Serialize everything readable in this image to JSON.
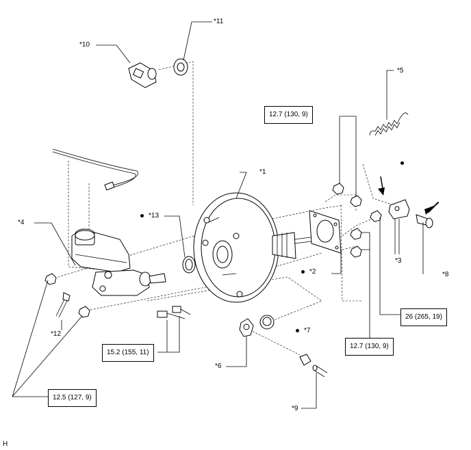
{
  "callouts": {
    "c1": "*1",
    "c2": "*2",
    "c3": "*3",
    "c4": "*4",
    "c5": "*5",
    "c6": "*6",
    "c7": "*7",
    "c8": "*8",
    "c9": "*9",
    "c10": "*10",
    "c11": "*11",
    "c12": "*12",
    "c13": "*13"
  },
  "torque_specs": {
    "nut_upper": "12.7 (130, 9)",
    "clevis_pin": "26 (265, 19)",
    "nut_lower": "12.7 (130, 9)",
    "brake_lines": "15.2 (155, 11)",
    "master_cyl_nuts": "12.5 (127, 9)"
  },
  "footer_code": "H"
}
